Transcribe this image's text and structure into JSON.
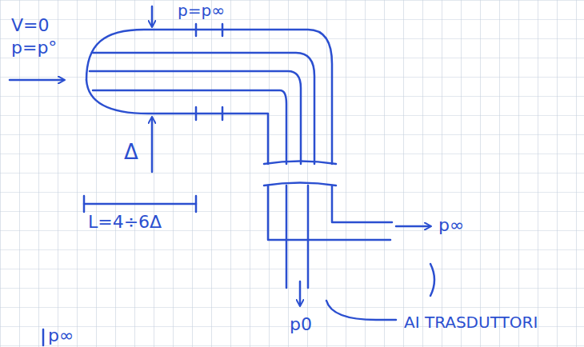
{
  "diagram": {
    "labels": [
      "V=0",
      "p=p°",
      "p=p∞",
      "Δ",
      "L=4÷6Δ",
      "p∞",
      "p0",
      "AI TRASDUTTORI",
      "p∞"
    ]
  }
}
